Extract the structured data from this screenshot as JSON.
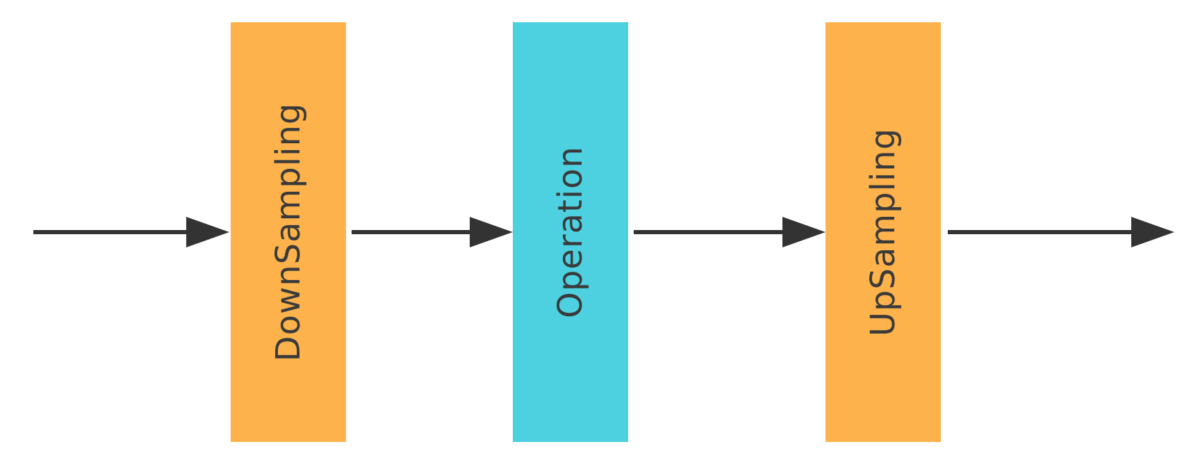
{
  "blocks": {
    "downsampling": {
      "label": "DownSampling",
      "color": "#FDB24B"
    },
    "operation": {
      "label": "Operation",
      "color": "#4DD1E1"
    },
    "upsampling": {
      "label": "UpSampling",
      "color": "#FDB24B"
    }
  },
  "arrow_color": "#333333"
}
